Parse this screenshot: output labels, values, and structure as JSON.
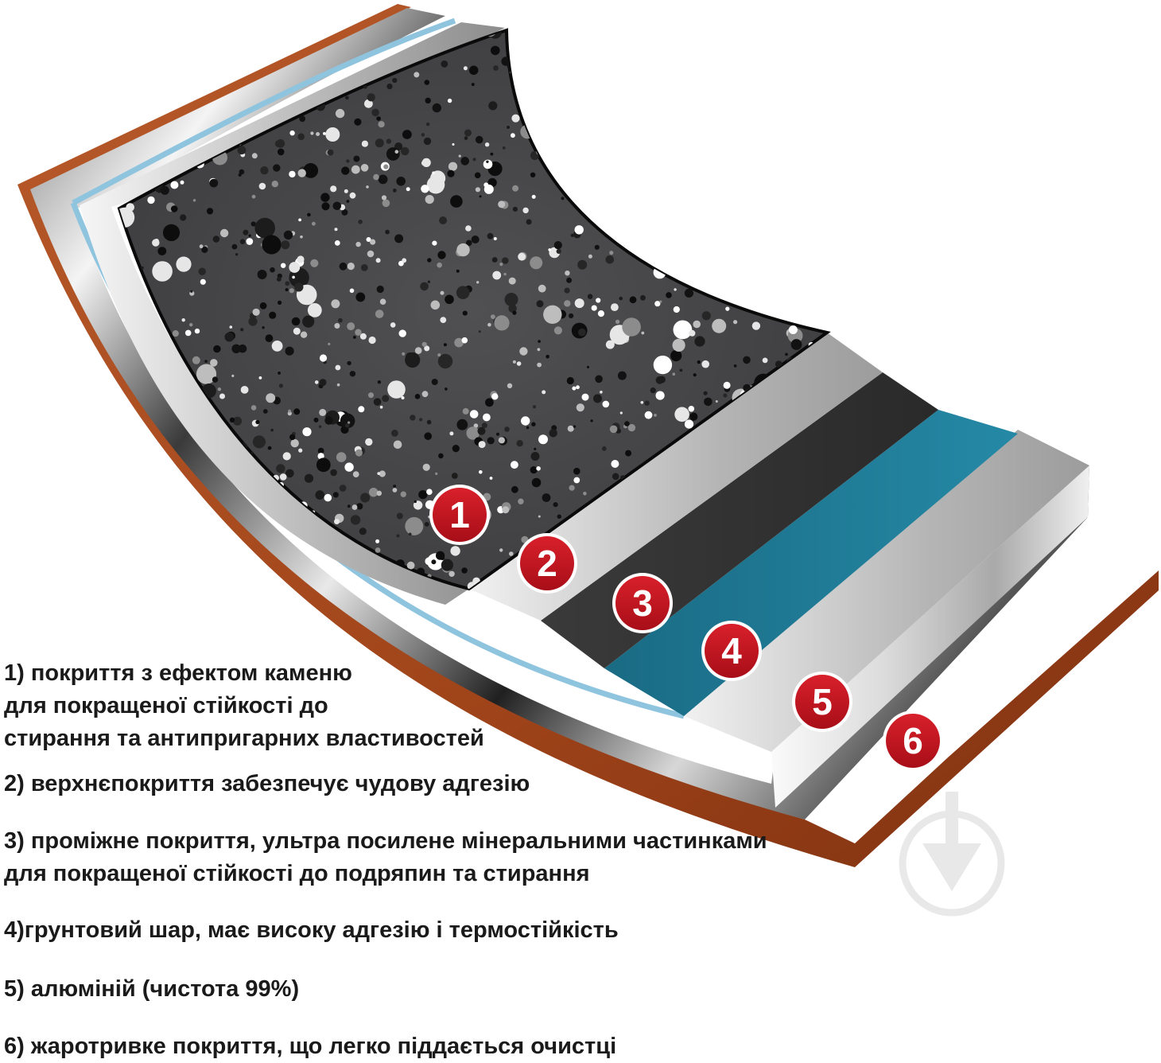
{
  "colors": {
    "badge": "#c5141f",
    "copper": "#a8471c",
    "teal": "#1f7c98",
    "stone": "#3e3e40"
  },
  "icons": [
    "watermark-spade-icon"
  ],
  "layers": [
    {
      "number": "1",
      "lines": [
        "1) покриття з ефектом каменю",
        "для покращеної стійкості до",
        "стирання та антипригарних властивостей"
      ]
    },
    {
      "number": "2",
      "lines": [
        "2) верхнєпокриття забезпечує чудову адгезію"
      ]
    },
    {
      "number": "3",
      "lines": [
        "3) проміжне покриття, ультра посилене мінеральними частинками",
        "для покращеної стійкості до подряпин та стирання"
      ]
    },
    {
      "number": "4",
      "lines": [
        "4)грунтовий шар, має високу адгезію і термостійкість"
      ]
    },
    {
      "number": "5",
      "lines": [
        "5) алюміній (чистота 99%)"
      ]
    },
    {
      "number": "6",
      "lines": [
        "6) жаротривке покриття, що легко піддається очистці"
      ]
    }
  ]
}
